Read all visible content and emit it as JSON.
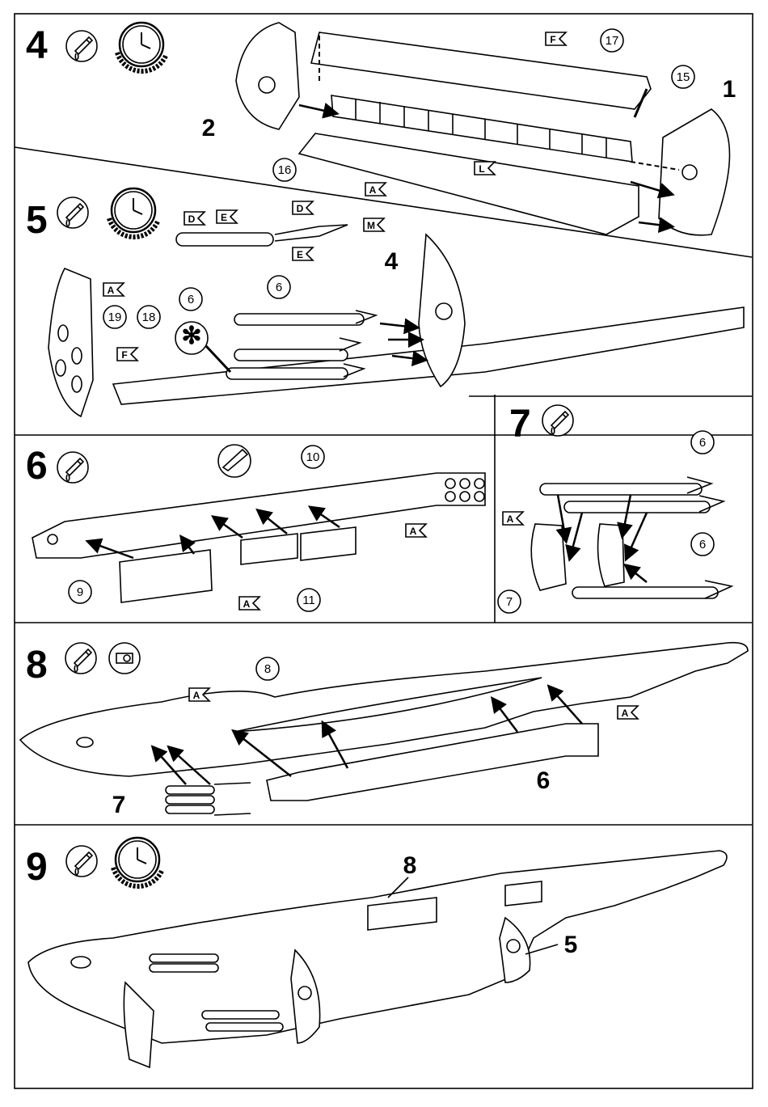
{
  "steps": [
    {
      "number": "4",
      "icons": [
        "glue-tube-icon",
        "clock-icon"
      ]
    },
    {
      "number": "5",
      "icons": [
        "glue-tube-icon",
        "clock-icon"
      ]
    },
    {
      "number": "6",
      "icons": [
        "glue-tube-icon"
      ]
    },
    {
      "number": "7",
      "icons": [
        "glue-tube-icon"
      ]
    },
    {
      "number": "8",
      "icons": [
        "glue-tube-icon",
        "decal-icon"
      ]
    },
    {
      "number": "9",
      "icons": [
        "glue-tube-icon",
        "clock-icon"
      ]
    }
  ],
  "labels": {
    "s4": {
      "p17": "17",
      "p15": "15",
      "p1": "1",
      "p2": "2",
      "p16": "16",
      "fF": "F",
      "fA": "A",
      "fL": "L"
    },
    "s5": {
      "p6a": "6",
      "p6b": "6",
      "p19": "19",
      "p18": "18",
      "p4": "4",
      "fD1": "D",
      "fE1": "E",
      "fD2": "D",
      "fM": "M",
      "fE2": "E",
      "fA": "A",
      "fF": "F"
    },
    "s6": {
      "p10": "10",
      "p9": "9",
      "p11": "11",
      "fA1": "A",
      "fA2": "A"
    },
    "s7": {
      "p6a": "6",
      "p6b": "6",
      "p7": "7",
      "fA": "A"
    },
    "s8": {
      "p8": "8",
      "p6": "6",
      "p7": "7",
      "fA1": "A",
      "fA2": "A"
    },
    "s9": {
      "p8": "8",
      "p5": "5"
    }
  },
  "colors": {
    "ink": "#000000",
    "paper": "#ffffff"
  }
}
